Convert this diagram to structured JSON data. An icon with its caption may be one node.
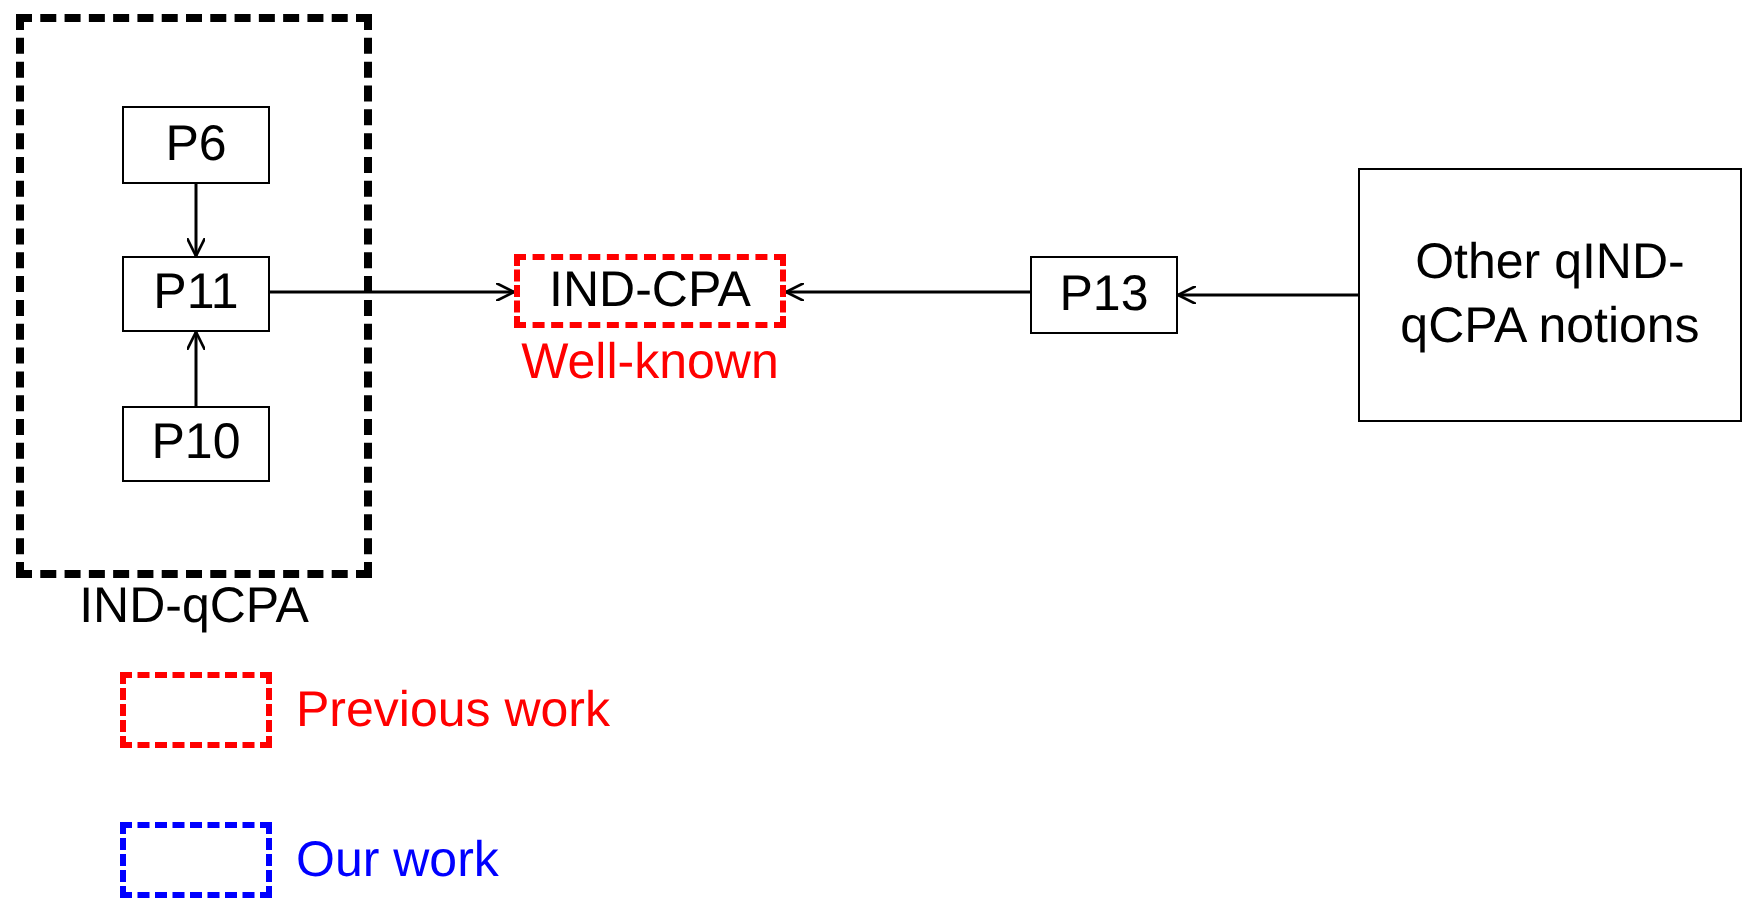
{
  "diagram": {
    "nodes": [
      {
        "text": [
          "IND-qCPA"
        ]
      },
      {
        "text": [
          "P6"
        ],
        "in": 0
      },
      {
        "text": [
          "P11"
        ],
        "in": 0
      },
      {
        "text": [
          "P10"
        ],
        "in": 0
      },
      {
        "text": [
          "IND-CPA"
        ],
        "beside": [
          "Well-known"
        ]
      },
      {
        "text": [
          "P13"
        ]
      },
      {
        "text": [
          "Other qIND-qCPA notions"
        ]
      }
    ],
    "edges": [
      {
        "from": 1,
        "to": 2,
        "arrow": "to"
      },
      {
        "from": 3,
        "to": 2,
        "arrow": "to"
      },
      {
        "from": 2,
        "to": 4,
        "arrow": "to"
      },
      {
        "from": 5,
        "to": 4,
        "arrow": "to"
      },
      {
        "from": 6,
        "to": 5,
        "arrow": "to"
      }
    ],
    "legend": [
      {
        "text": "Previous work",
        "color": "#ff0000"
      },
      {
        "text": "Our work",
        "color": "#0000ff"
      }
    ]
  }
}
